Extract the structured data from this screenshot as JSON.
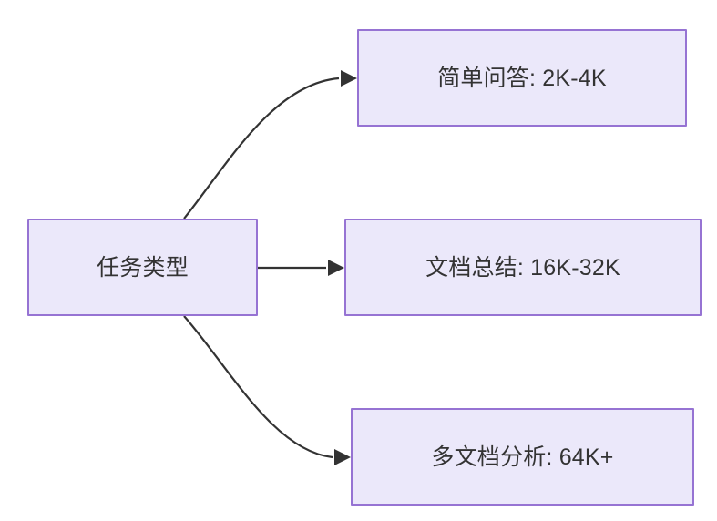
{
  "diagram": {
    "type": "flowchart",
    "direction": "left-to-right",
    "background_color": "#ffffff",
    "node_fill_color": "#ebe8fa",
    "node_border_color": "#9673d3",
    "text_color": "#333333",
    "edge_color": "#333333",
    "nodes": [
      {
        "id": "source",
        "label": "任务类型",
        "role": "root"
      },
      {
        "id": "simple-qa",
        "label": "简单问答: 2K-4K",
        "role": "leaf"
      },
      {
        "id": "doc-summary",
        "label": "文档总结: 16K-32K",
        "role": "leaf"
      },
      {
        "id": "multi-doc",
        "label": "多文档分析: 64K+",
        "role": "leaf"
      }
    ],
    "edges": [
      {
        "id": "edge-source-simple-qa",
        "from": "source",
        "to": "simple-qa",
        "label": "",
        "style": "curved-arrow"
      },
      {
        "id": "edge-source-doc-summary",
        "from": "source",
        "to": "doc-summary",
        "label": "",
        "style": "straight-arrow"
      },
      {
        "id": "edge-source-multi-doc",
        "from": "source",
        "to": "multi-doc",
        "label": "",
        "style": "curved-arrow"
      }
    ]
  }
}
